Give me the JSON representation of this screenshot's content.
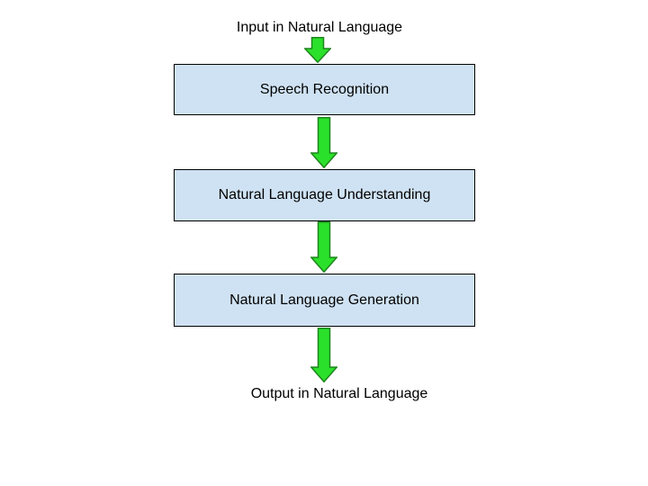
{
  "diagram": {
    "description": "Natural language processing pipeline flowchart",
    "input_label": "Input in Natural Language",
    "output_label": "Output in Natural Language",
    "boxes": [
      {
        "label": "Speech Recognition"
      },
      {
        "label": "Natural Language Understanding"
      },
      {
        "label": "Natural Language Generation"
      }
    ],
    "connector_icon": "down-block-arrow-icon",
    "colors": {
      "background": "#ffffff",
      "box_fill": "#cfe2f3",
      "box_border": "#000000",
      "arrow_fill": "#2be02b",
      "arrow_border": "#1d861d",
      "text": "#000000"
    }
  }
}
